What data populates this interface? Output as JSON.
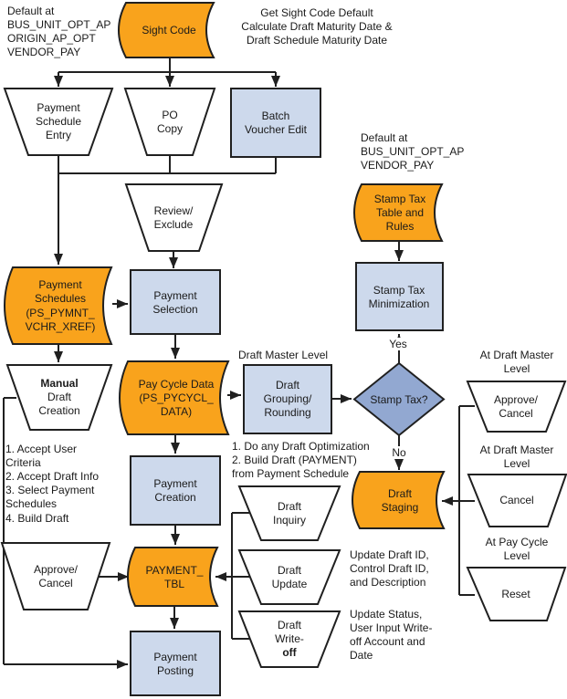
{
  "colors": {
    "node_orange": "#f9a31c",
    "node_blue": "#cdd9ec",
    "decision_blue": "#92a8d1",
    "stroke": "#202020",
    "background": "#ffffff"
  },
  "nodes": {
    "sight_code": [
      "Sight Code"
    ],
    "payment_schedule_entry": [
      "Payment",
      "Schedule",
      "Entry"
    ],
    "po_copy": [
      "PO",
      "Copy"
    ],
    "batch_voucher_edit": [
      "Batch",
      "Voucher Edit"
    ],
    "review_exclude": [
      "Review/",
      "Exclude"
    ],
    "payment_schedules": [
      "Payment",
      "Schedules",
      "(PS_PYMNT_",
      "VCHR_XREF)"
    ],
    "payment_selection": [
      "Payment",
      "Selection"
    ],
    "stamp_tax_table": [
      "Stamp Tax",
      "Table and",
      "Rules"
    ],
    "stamp_tax_minimization": [
      "Stamp Tax",
      "Minimization"
    ],
    "manual_draft_creation": [
      "Manual",
      "Draft",
      "Creation"
    ],
    "pay_cycle_data": [
      "Pay Cycle Data",
      "(PS_PYCYCL_",
      "DATA)"
    ],
    "draft_grouping": [
      "Draft",
      "Grouping/",
      "Rounding"
    ],
    "stamp_tax_decision": [
      "Stamp Tax?"
    ],
    "approve_cancel_right": [
      "Approve/",
      "Cancel"
    ],
    "cancel_right": [
      "Cancel"
    ],
    "reset_right": [
      "Reset"
    ],
    "payment_creation": [
      "Payment",
      "Creation"
    ],
    "draft_staging": [
      "Draft",
      "Staging"
    ],
    "draft_inquiry": [
      "Draft",
      "Inquiry"
    ],
    "payment_tbl": [
      "PAYMENT_",
      "TBL"
    ],
    "draft_update": [
      "Draft",
      "Update"
    ],
    "approve_cancel_left": [
      "Approve/",
      "Cancel"
    ],
    "draft_writeoff": [
      "Draft",
      "Write-",
      "off"
    ],
    "payment_posting": [
      "Payment",
      "Posting"
    ]
  },
  "annotations": {
    "default_top_left": [
      "Default at",
      "BUS_UNIT_OPT_AP",
      "ORIGIN_AP_OPT",
      "VENDOR_PAY"
    ],
    "get_sight_code": [
      "Get Sight Code Default",
      "Calculate Draft Maturity Date &",
      "Draft Schedule Maturity Date"
    ],
    "default_right": [
      "Default at",
      "BUS_UNIT_OPT_AP",
      "VENDOR_PAY"
    ],
    "draft_master_level": "Draft Master Level",
    "manual_steps": [
      "1. Accept User",
      "Criteria",
      "2. Accept Draft Info",
      "3. Select Payment",
      "Schedules",
      "4. Build Draft"
    ],
    "draft_optimization": [
      "1. Do any Draft Optimization",
      "2. Build Draft (PAYMENT)",
      "from Payment Schedule"
    ],
    "yes": "Yes",
    "no": "No",
    "at_draft_master_1": [
      "At Draft Master",
      "Level"
    ],
    "at_draft_master_2": [
      "At Draft Master",
      "Level"
    ],
    "at_pay_cycle": [
      "At Pay Cycle",
      "Level"
    ],
    "update_draft_id": [
      "Update Draft ID,",
      "Control Draft ID,",
      "and Description"
    ],
    "update_status": [
      "Update Status,",
      "User Input Write-",
      "off Account and",
      "Date"
    ]
  }
}
